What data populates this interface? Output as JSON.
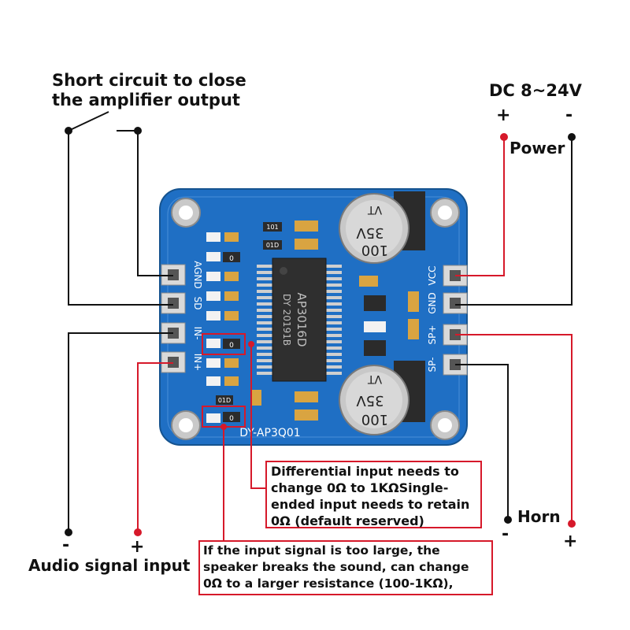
{
  "labels": {
    "switch_title_line1": "Short circuit to close",
    "switch_title_line2": "the amplifier output",
    "dc_label": "DC  8~24V",
    "power_label": "Power",
    "horn_label": "Horn",
    "audio_label": "Audio signal input",
    "plus": "+",
    "minus": "-"
  },
  "notes": {
    "differential": {
      "line1": "Differential input needs to",
      "line2": "change 0Ω to 1KΩSingle-",
      "line3": "ended input needs to retain",
      "line4": "0Ω (default reserved)"
    },
    "signal": {
      "line1": "If the input signal is too large, the",
      "line2": "speaker breaks the sound, can change",
      "line3": "0Ω to a larger resistance (100-1KΩ),"
    }
  },
  "board": {
    "chip_line1": "AP3016D",
    "chip_line2": "DY 20191B",
    "model": "DY-AP3Q01",
    "cap_volt": "35V",
    "cap_type": "VT",
    "cap_value": "100",
    "left_pins": [
      "AGND",
      "SD",
      "IN-",
      "IN+"
    ],
    "right_pins": [
      "VCC",
      "GND",
      "SP+",
      "SP-"
    ],
    "resistor_code": "0",
    "small_codes": [
      "101",
      "01D",
      "01D"
    ]
  },
  "colors": {
    "board": "#1f6fc4",
    "wire_red": "#d6192a",
    "wire_black": "#111111",
    "note_border": "#d6192a"
  }
}
